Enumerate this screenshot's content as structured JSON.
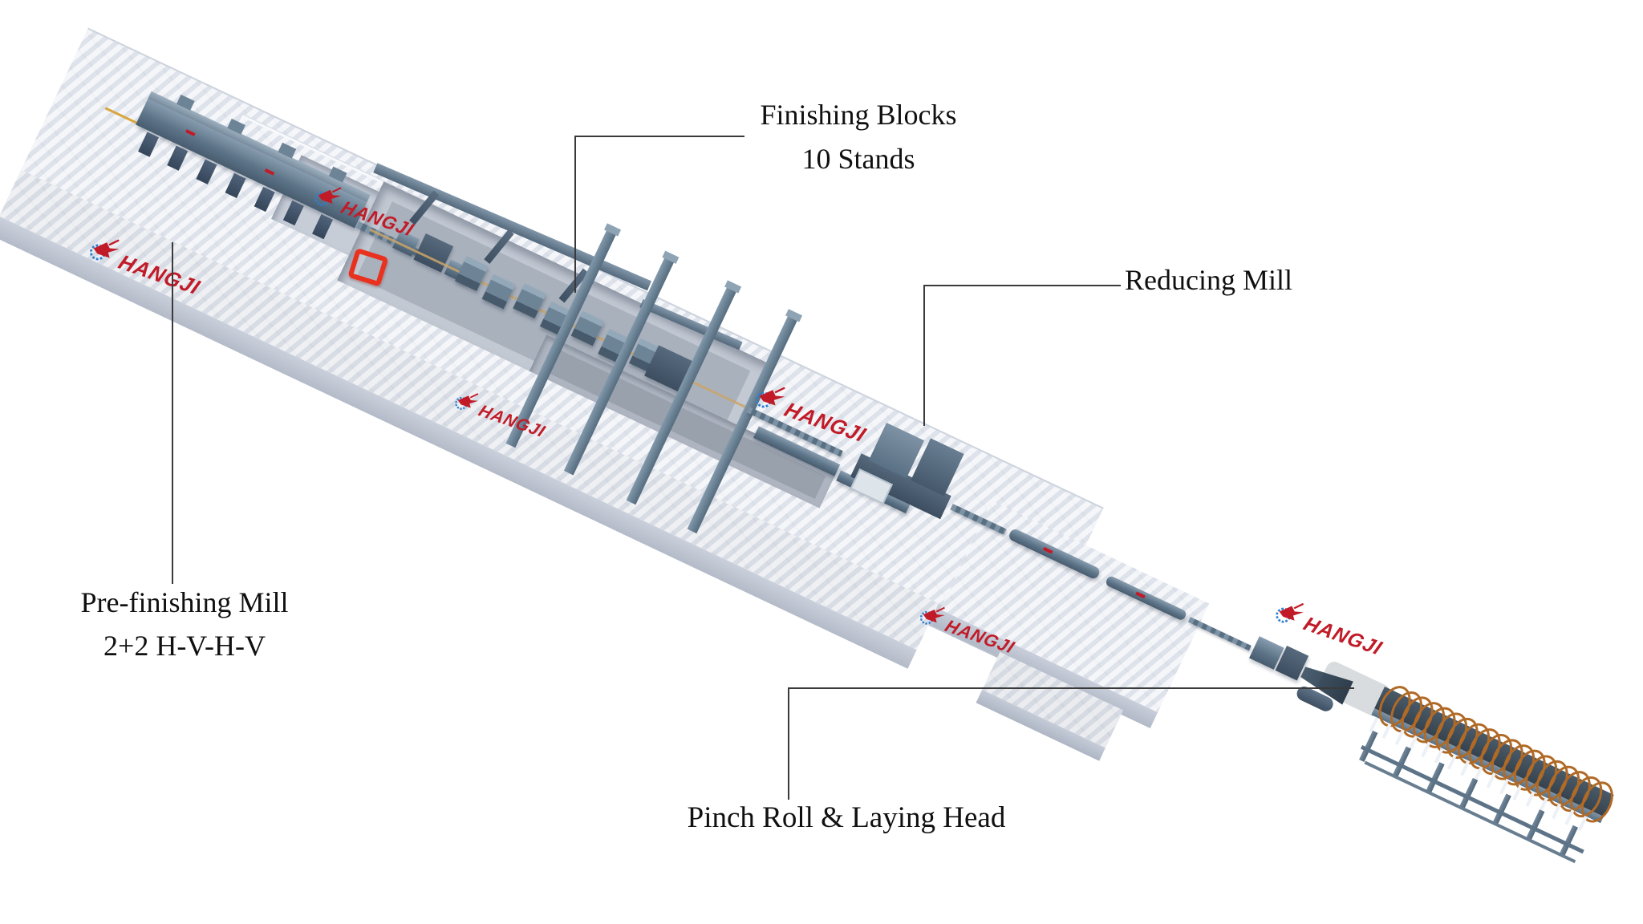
{
  "brand": {
    "name": "HANGJI"
  },
  "labels": {
    "finishing_blocks": {
      "line1": "Finishing Blocks",
      "line2": "10 Stands"
    },
    "reducing_mill": {
      "text": "Reducing Mill"
    },
    "pre_finishing_mill": {
      "line1": "Pre-finishing Mill",
      "line2": "2+2 H-V-H-V"
    },
    "pinch_roll": {
      "text": "Pinch Roll & Laying Head"
    }
  },
  "colors": {
    "background": "#ffffff",
    "platform": "#e9ecf2",
    "platform_edge": "#b4bbc8",
    "pit": "#a9b1bd",
    "machine_steel": "#5d7488",
    "machine_dark": "#3c4e60",
    "brand_red": "#c11b28",
    "brand_blue": "#2e7fd0",
    "coil_orange": "#b06a26",
    "accent_red_frame": "#e8311f",
    "billet_guide_yellow": "#d9a640",
    "leader_line": "#3a3a3a",
    "label_text": "#101010"
  }
}
